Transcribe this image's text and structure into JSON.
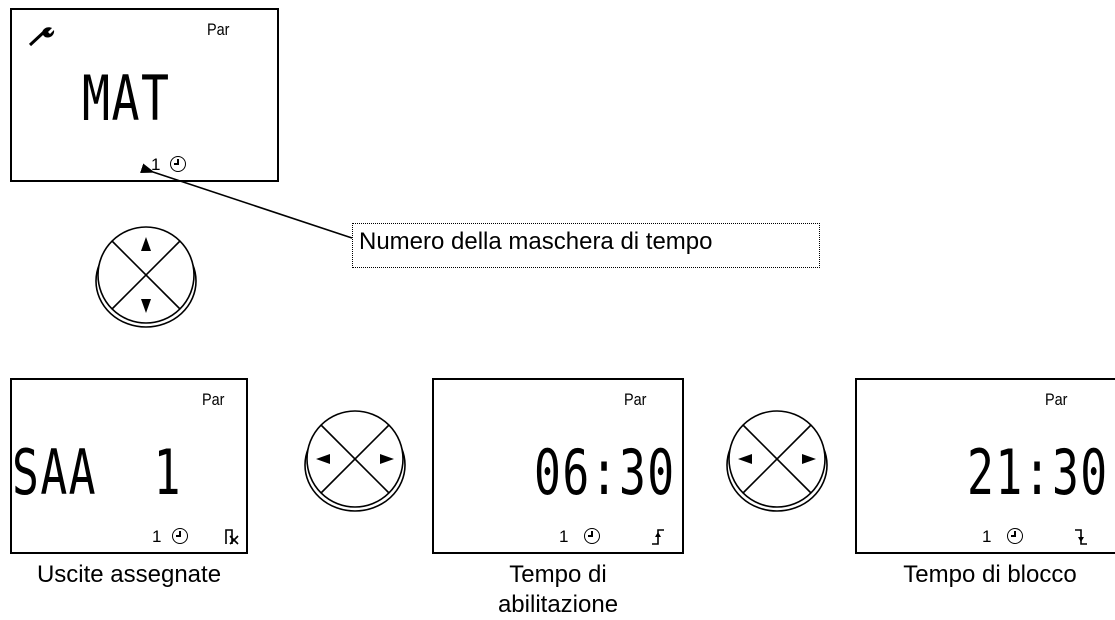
{
  "top_display": {
    "corner_label": "Par",
    "main_text": "MAT",
    "mask_number": "1",
    "icons": [
      "wrench-icon",
      "clock-icon"
    ]
  },
  "callout": {
    "text": "Numero della maschera di tempo"
  },
  "displays": [
    {
      "corner_label": "Par",
      "main_text": "SAA  1",
      "mask_number": "1",
      "icons": [
        "clock-icon",
        "assigned-outputs-icon"
      ],
      "caption": "Uscite assegnate"
    },
    {
      "corner_label": "Par",
      "main_text": "06:30",
      "mask_number": "1",
      "icons": [
        "clock-icon",
        "rising-edge-icon"
      ],
      "caption": "Tempo di abilitazione"
    },
    {
      "corner_label": "Par",
      "main_text": "21:30",
      "mask_number": "1",
      "icons": [
        "clock-icon",
        "falling-edge-icon"
      ],
      "caption": "Tempo di blocco"
    }
  ],
  "navigation": {
    "top_pad": "up-down",
    "between_pads": [
      "left-right",
      "left-right"
    ]
  }
}
